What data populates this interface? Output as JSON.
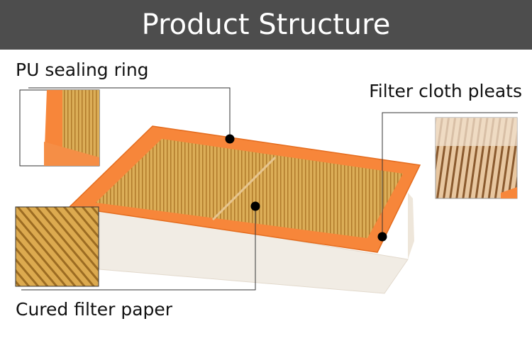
{
  "header": {
    "title": "Product Structure",
    "bg_color": "#4d4d4d",
    "text_color": "#ffffff"
  },
  "callouts": {
    "pu_sealing_ring": "PU sealing ring",
    "filter_cloth_pleats": "Filter cloth pleats",
    "cured_filter_paper": "Cured filter paper"
  },
  "colors": {
    "frame_orange": "#f7863a",
    "pleat_gold": "#d9a650",
    "foam_white": "#f1ece4"
  }
}
